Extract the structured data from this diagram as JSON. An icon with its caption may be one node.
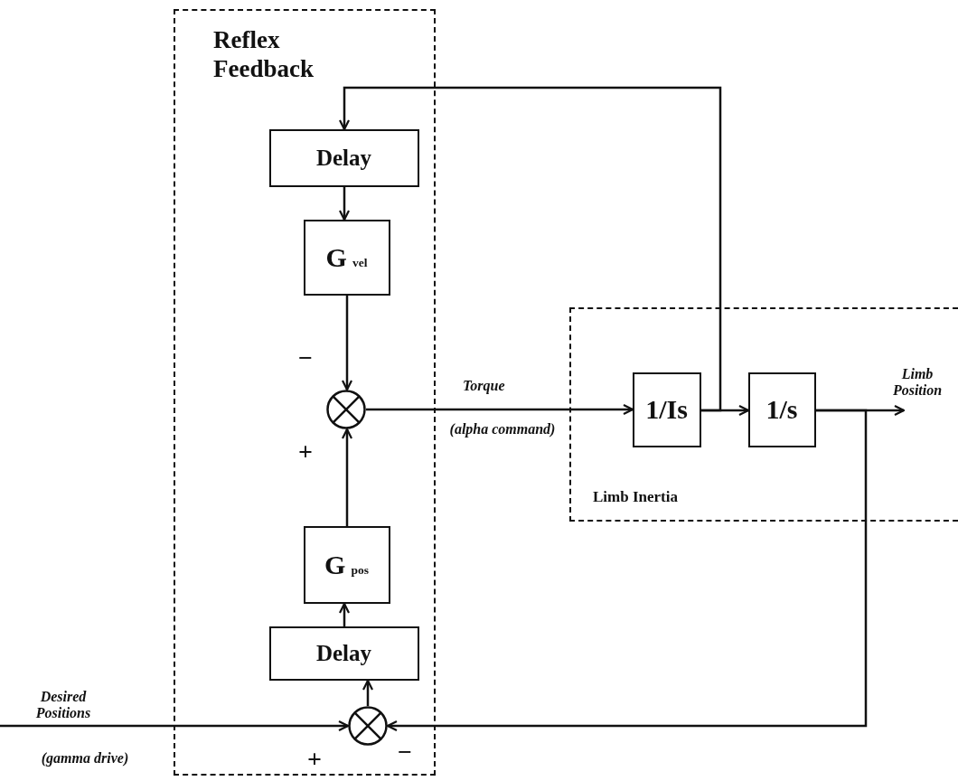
{
  "diagram": {
    "nodes": [
      {
        "text": [
          "Reflex Feedback"
        ]
      },
      {
        "text": [
          "Delay"
        ],
        "in": 0
      },
      {
        "text": [
          "G$_{vel}$"
        ],
        "in": 0
      },
      {
        "text": [],
        "shape": "circle",
        "in": 0
      },
      {
        "text": [
          "G$_{pos}$"
        ],
        "in": 0
      },
      {
        "text": [
          "Delay"
        ],
        "in": 0
      },
      {
        "text": [],
        "shape": "circle",
        "in": 0
      },
      {
        "text": [
          "Limb Inertia"
        ]
      },
      {
        "text": [
          "1/Is"
        ],
        "in": 7
      },
      {
        "text": [
          "1/s"
        ],
        "in": 7
      }
    ],
    "edges": [
      {
        "from": 8,
        "to": 1,
        "arrow": "to"
      },
      {
        "from": 1,
        "to": 2,
        "arrow": "to"
      },
      {
        "from": 2,
        "to": 3,
        "arrow": "to"
      },
      {
        "from": 3,
        "to": 8,
        "arrow": "to",
        "label": "Torque"
      },
      {
        "from": 8,
        "to": 9,
        "arrow": "to"
      },
      {
        "from": 9,
        "to": null,
        "arrow": "to",
        "label": "Limb Position"
      },
      {
        "from": 9,
        "to": 6,
        "arrow": "to"
      },
      {
        "from": null,
        "to": 6,
        "arrow": "to",
        "label": "Desired Positions"
      },
      {
        "from": 6,
        "to": 5,
        "arrow": "to"
      },
      {
        "from": 5,
        "to": 4,
        "arrow": "to"
      },
      {
        "from": 4,
        "to": 3,
        "arrow": "to"
      }
    ],
    "labels": [
      "−",
      "(alpha command)",
      "+",
      "(gamma drive)",
      "+",
      "−"
    ]
  }
}
